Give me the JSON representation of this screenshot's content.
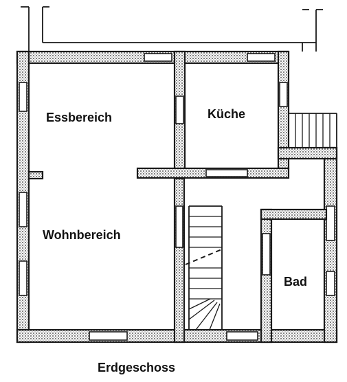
{
  "rooms": {
    "essbereich": "Essbereich",
    "kueche": "Küche",
    "wohnbereich": "Wohnbereich",
    "bad": "Bad"
  },
  "caption": "Erdgeschoss"
}
